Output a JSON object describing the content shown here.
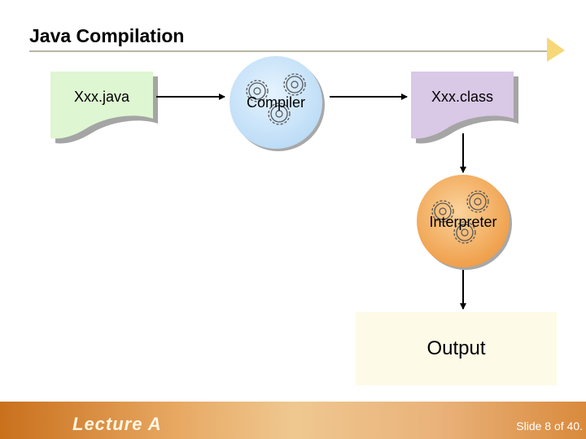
{
  "slide": {
    "title": "Java Compilation"
  },
  "nodes": {
    "source_file": "Xxx.java",
    "compiler": "Compiler",
    "class_file": "Xxx.class",
    "interpreter": "Interpreter",
    "output": "Output"
  },
  "footer": {
    "lecture": "Lecture A",
    "slide_number": "Slide 8 of 40."
  },
  "colors": {
    "source_file": "#dff6d2",
    "compiler": "#cde6fb",
    "class_file": "#d9c8e6",
    "interpreter": "#f4b56a",
    "output": "#fdfbe7",
    "title_rule": "#8b8b6b"
  }
}
